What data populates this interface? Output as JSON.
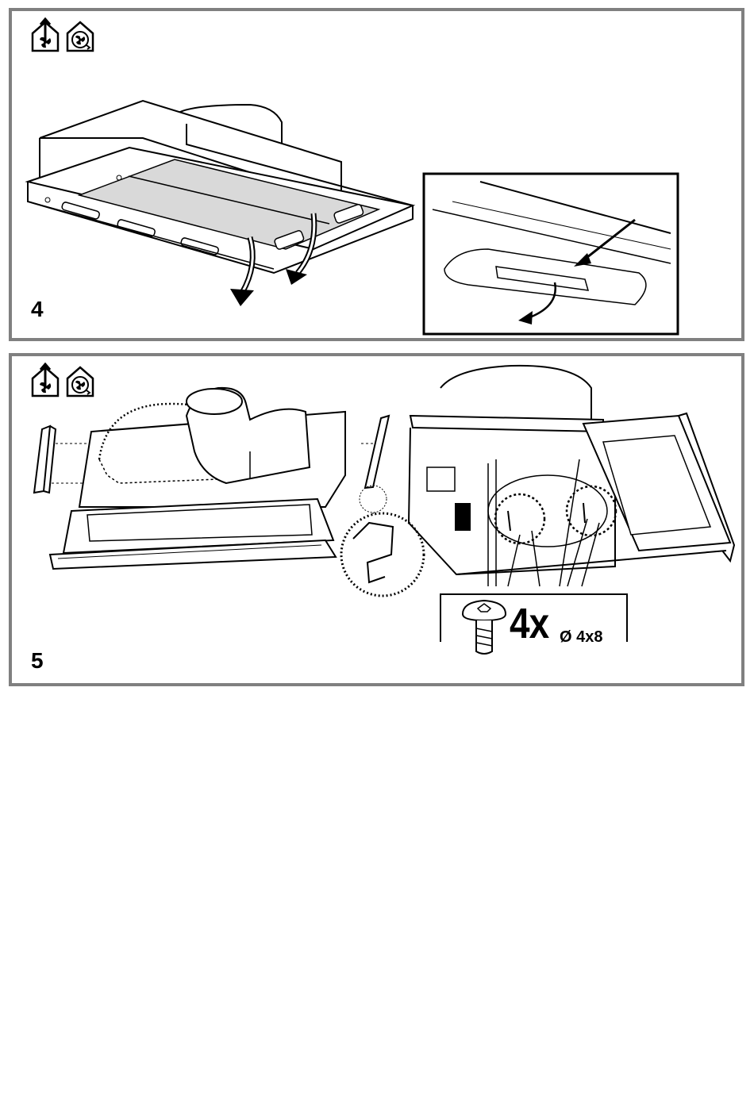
{
  "steps": [
    {
      "number": "4",
      "mode_icons": [
        "ducted-extraction-icon",
        "recirculation-icon"
      ]
    },
    {
      "number": "5",
      "mode_icons": [
        "ducted-extraction-icon",
        "recirculation-icon"
      ]
    }
  ],
  "screw_spec": {
    "quantity": "4x",
    "size": "Ø 4x8"
  }
}
